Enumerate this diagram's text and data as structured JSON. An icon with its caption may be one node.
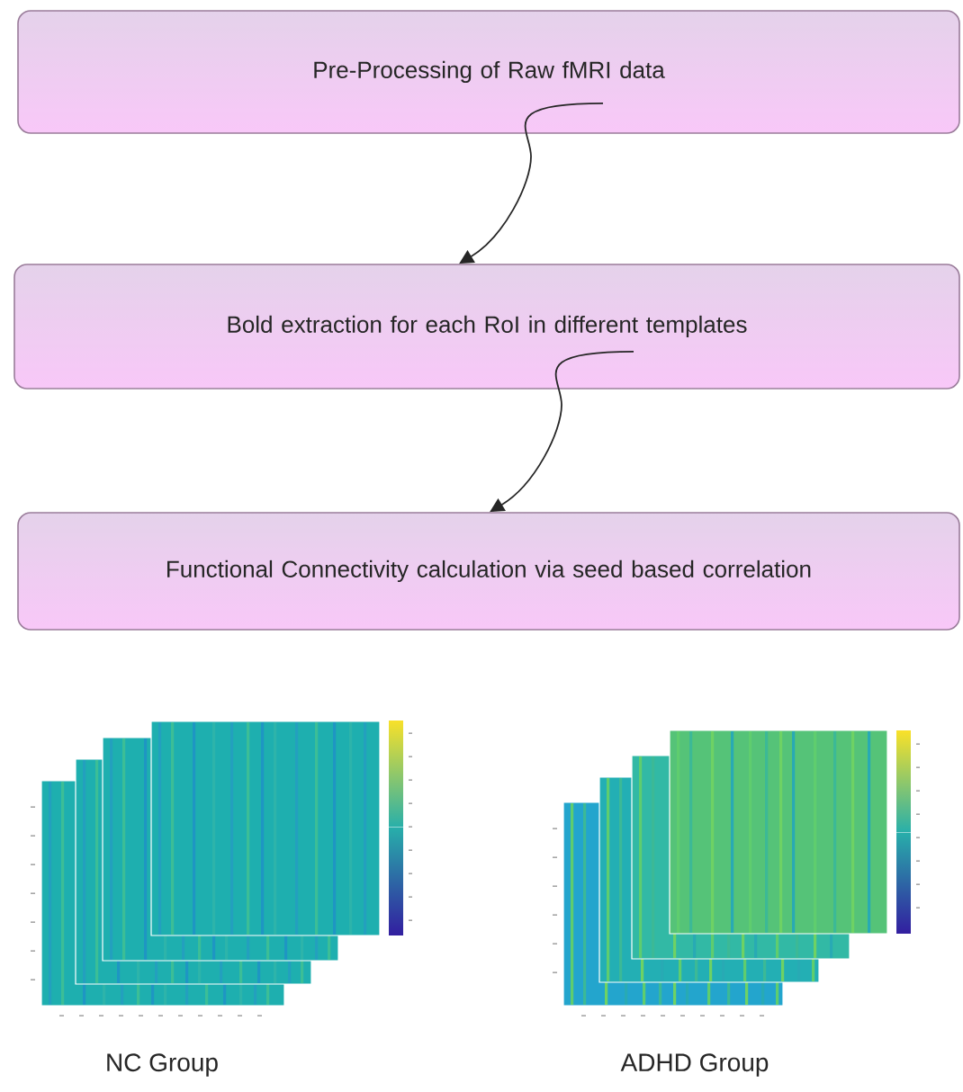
{
  "diagram": {
    "nodes": [
      {
        "text": [
          "Pre-Processing of Raw fMRI data"
        ]
      },
      {
        "text": [
          "Bold extraction for each RoI in different templates"
        ]
      },
      {
        "text": [
          "Functional Connectivity calculation via seed based correlation"
        ]
      }
    ],
    "edges": [
      {
        "from": 0,
        "to": 1,
        "arrow": "to"
      },
      {
        "from": 1,
        "to": 2,
        "arrow": "to"
      }
    ],
    "labels": [
      "NC Group",
      "ADHD Group"
    ]
  }
}
